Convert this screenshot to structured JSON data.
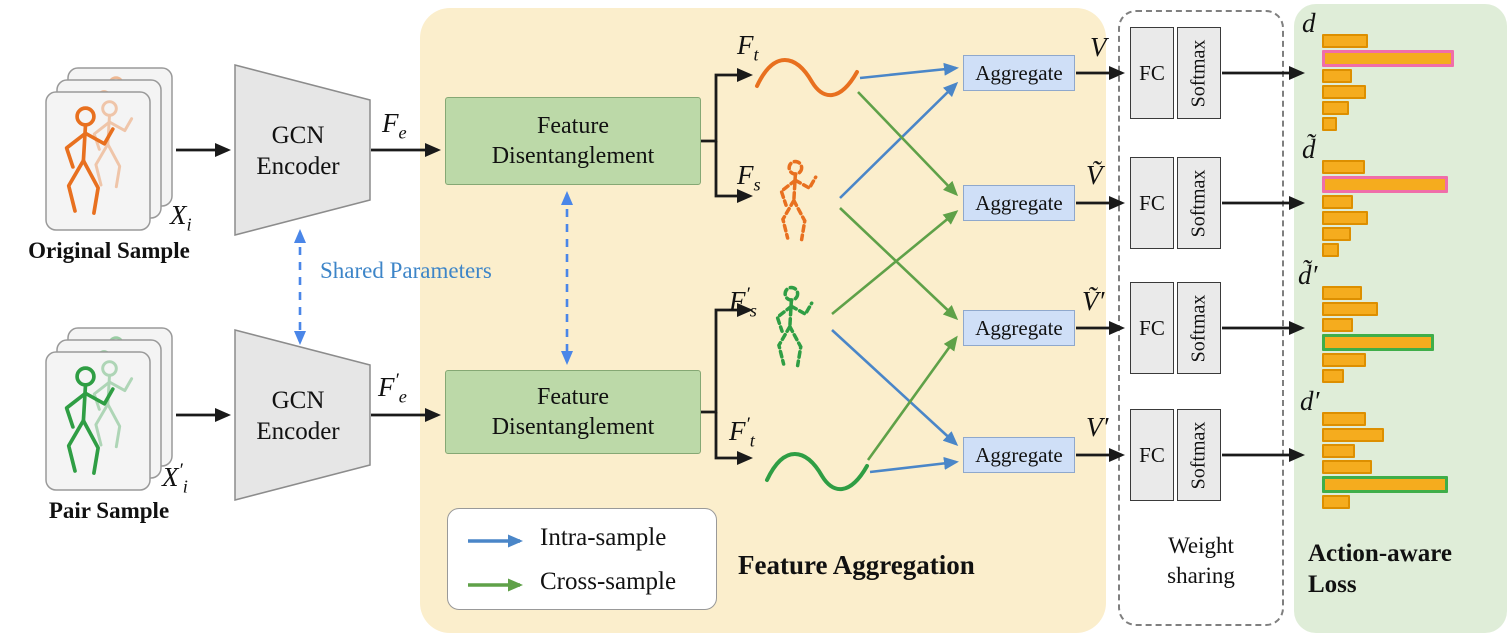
{
  "diagram": {
    "original_sample": "Original Sample",
    "pair_sample": "Pair Sample",
    "encoder_label": "GCN Encoder",
    "shared_parameters": "Shared Parameters",
    "disentanglement_label": "Feature Disentanglement",
    "aggregate_label": "Aggregate",
    "fc_label": "FC",
    "softmax_label": "Softmax",
    "weight_sharing": "Weight sharing",
    "feature_aggregation_label": "Feature Aggregation",
    "action_aware_loss_label": "Action-aware Loss",
    "legend": {
      "intra": "Intra-sample",
      "cross": "Cross-sample"
    }
  },
  "math": {
    "xi": {
      "base": "X",
      "prime": "",
      "sub": "i"
    },
    "xip": {
      "base": "X",
      "prime": "′",
      "sub": "i"
    },
    "fe": {
      "base": "F",
      "prime": "",
      "sub": "e"
    },
    "fep": {
      "base": "F",
      "prime": "′",
      "sub": "e"
    },
    "ft": {
      "base": "F",
      "prime": "",
      "sub": "t"
    },
    "fs": {
      "base": "F",
      "prime": "",
      "sub": "s"
    },
    "fsp": {
      "base": "F",
      "prime": "′",
      "sub": "s"
    },
    "ftp": {
      "base": "F",
      "prime": "′",
      "sub": "t"
    },
    "v": "V",
    "vt": "Ṽ",
    "vtp": "Ṽ′",
    "vp": "V′"
  },
  "histograms": [
    {
      "label": "d",
      "bars": [
        46,
        132,
        30,
        44,
        27,
        15
      ],
      "highlight": 1,
      "highlight_color": "#F06EA9"
    },
    {
      "label": "d̃",
      "bars": [
        43,
        126,
        31,
        46,
        29,
        17
      ],
      "highlight": 1,
      "highlight_color": "#F06EA9"
    },
    {
      "label": "d̃′",
      "bars": [
        40,
        56,
        31,
        112,
        44,
        22
      ],
      "highlight": 3,
      "highlight_color": "#3FAE49"
    },
    {
      "label": "d′",
      "bars": [
        44,
        62,
        33,
        50,
        126,
        28
      ],
      "highlight": 4,
      "highlight_color": "#3FAE49"
    }
  ],
  "colors": {
    "orange_skeleton": "#E8701F",
    "green_skeleton": "#2F9E44",
    "intra_arrow_blue": "#4A86C8",
    "cross_arrow_green": "#5FA148",
    "shared_params_blue": "#4A86E8",
    "region_yellow": "#FBEECC",
    "region_green": "#DFEDD8",
    "disentangle_green": "#BCD9A8",
    "aggregate_blue": "#CFDFF7",
    "bar_fill": "#F5AC1E",
    "bar_border": "#DD8F00"
  }
}
